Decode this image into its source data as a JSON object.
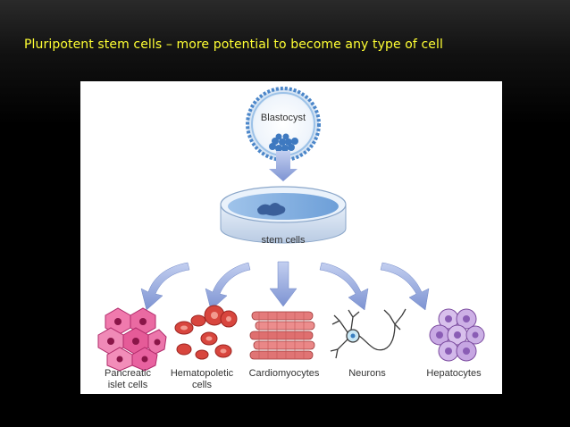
{
  "slide": {
    "title": "Pluripotent stem cells – more potential to become any type of cell"
  },
  "diagram": {
    "blastocyst_label": "Blastocyst",
    "dish_label": "stem cells",
    "cell_types": [
      {
        "line1": "Pancreatic",
        "line2": "islet cells"
      },
      {
        "line1": "Hematopoletic",
        "line2": "cells"
      },
      {
        "line1": "Cardiomyocytes",
        "line2": ""
      },
      {
        "line1": "Neurons",
        "line2": ""
      },
      {
        "line1": "Hepatocytes",
        "line2": ""
      }
    ]
  },
  "colors": {
    "title": "#ffff33",
    "arrow": "#8aa0d8",
    "pancreatic": "#e85a9a",
    "blood": "#d8403a",
    "cardio": "#e07070",
    "hepato": "#a97cc9"
  }
}
